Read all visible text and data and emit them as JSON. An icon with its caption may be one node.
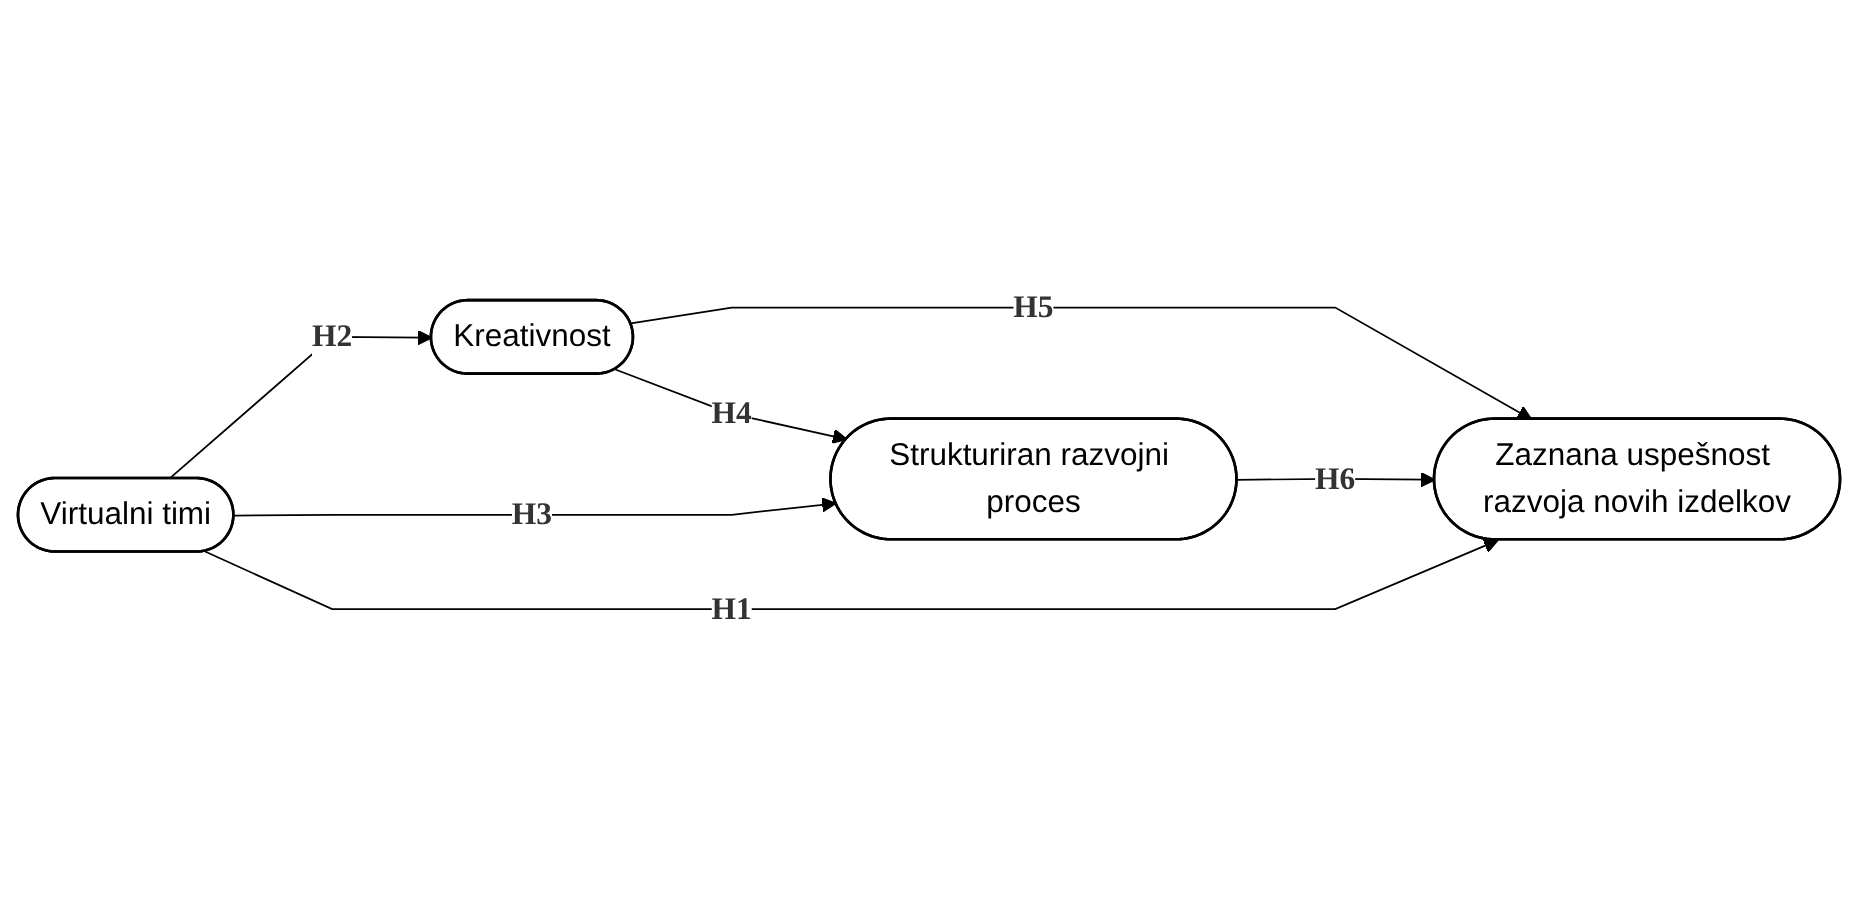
{
  "diagram": {
    "nodes": [
      {
        "text": [
          "Kreativnost"
        ]
      },
      {
        "text": [
          "Strukturiran razvojni proces"
        ]
      },
      {
        "text": [
          "Zaznana uspešnost razvoja novih izdelkov"
        ]
      },
      {
        "text": [
          "Virtualni timi"
        ]
      }
    ],
    "edges": [
      {
        "from": 0,
        "to": 2,
        "arrow": "to",
        "label": "H5"
      },
      {
        "from": 0,
        "to": 1,
        "arrow": "to",
        "label": "H4"
      },
      {
        "from": 3,
        "to": 0,
        "arrow": "to",
        "label": "H2"
      },
      {
        "from": 1,
        "to": 2,
        "arrow": "to",
        "label": "H6"
      },
      {
        "from": 3,
        "to": 1,
        "arrow": "to",
        "label": "H3"
      },
      {
        "from": 3,
        "to": 2,
        "arrow": "to",
        "label": "H1"
      }
    ]
  }
}
